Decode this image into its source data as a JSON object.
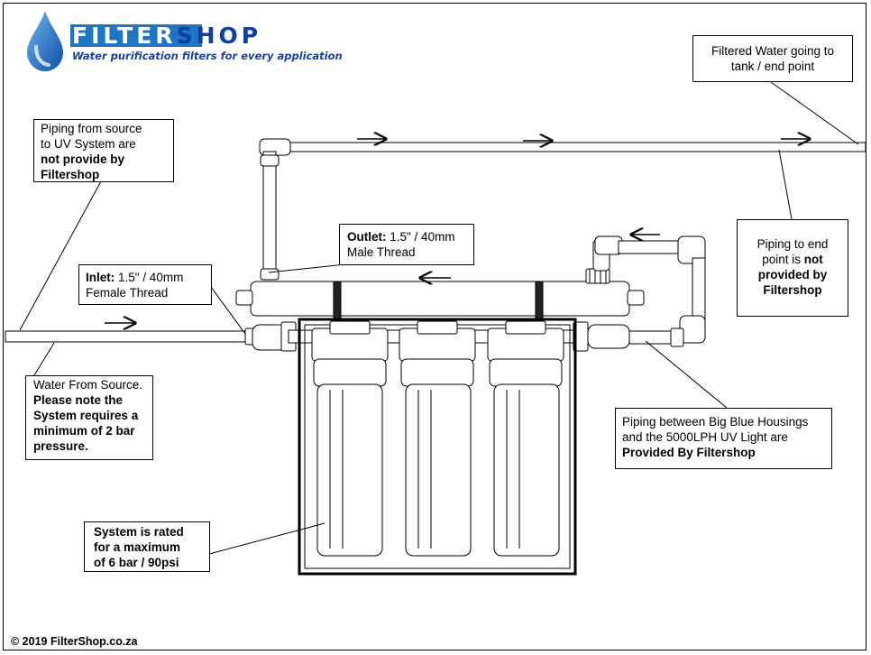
{
  "logo": {
    "brand_filter": "FILTER",
    "brand_shop": "SHOP",
    "tagline": "Water purification filters for every application",
    "colors": {
      "filter": "#1f74c4",
      "shop": "#0f3f9e",
      "drop": "#1c6fc0"
    }
  },
  "callouts": {
    "filtered_water": {
      "line1": "Filtered Water going to",
      "line2": "tank / end point"
    },
    "piping_source": {
      "line1": "Piping from source",
      "line2": "to UV  System are",
      "bold1": "not provide by",
      "bold2": "Filtershop"
    },
    "outlet": {
      "bold": "Outlet:",
      "line1": " 1.5\" / 40mm",
      "line2": "Male Thread"
    },
    "inlet": {
      "bold": "Inlet:",
      "line1": " 1.5\" / 40mm",
      "line2": "Female Thread"
    },
    "piping_end": {
      "line1": "Piping to end",
      "line2_pre": "point is ",
      "line2_bold": "not",
      "bold1": "provided by",
      "bold2": "Filtershop"
    },
    "water_source": {
      "line1": "Water From Source.",
      "bold1": "Please note the",
      "bold2": "System requires a",
      "bold3": "minimum  of 2 bar",
      "bold4": "pressure."
    },
    "piping_between": {
      "line1": "Piping between Big Blue Housings",
      "line2": "and the 5000LPH UV Light are",
      "bold": "Provided By Filtershop"
    },
    "system_rated": {
      "line1": "System is rated",
      "line2": "for a maximum",
      "line3": "of 6 bar / 90psi"
    }
  },
  "copyright": "© 2019 FilterShop.co.za"
}
